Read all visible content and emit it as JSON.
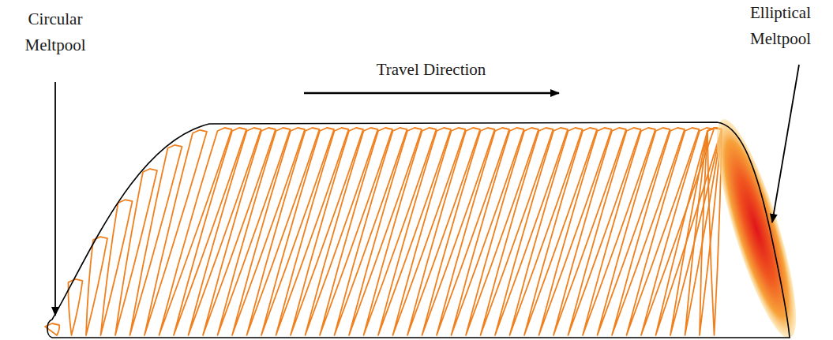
{
  "diagram": {
    "labels": [
      "Circular Meltpool",
      "Travel Direction",
      "Elliptical Meltpool"
    ]
  }
}
